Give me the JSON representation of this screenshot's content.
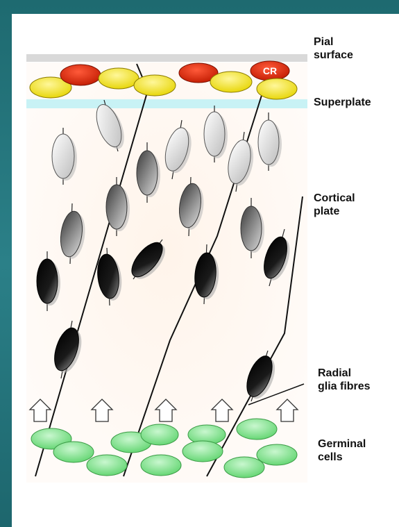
{
  "labels": {
    "pial_surface": "Pial\nsurface",
    "superplate": "Superplate",
    "cortical_plate": "Cortical\nplate",
    "radial_glia_fibres": "Radial\nglia fibres",
    "germinal_cells": "Germinal\ncells",
    "cr": "CR"
  },
  "colors": {
    "background": "#1e6a70",
    "pial_band": "#d9d9d9",
    "superplate_band": "#c8f2f5",
    "cr_cell": "#cc1f00",
    "yellow_cell": "#f5e600",
    "germinal_cell": "#7ee88a",
    "fibre": "#111111"
  }
}
